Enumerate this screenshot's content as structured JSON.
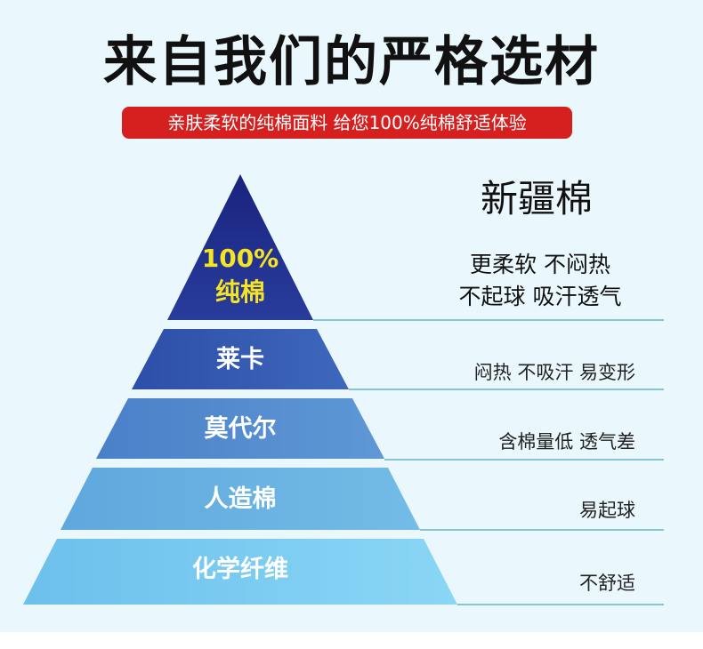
{
  "header": {
    "title": "来自我们的严格选材",
    "subtitle": "亲肤柔软的纯棉面料 给您100%纯棉舒适体验"
  },
  "pyramid": {
    "top": {
      "line1": "100%",
      "line2": "纯棉"
    },
    "levels": [
      "莱卡",
      "莫代尔",
      "人造棉",
      "化学纤维"
    ]
  },
  "right": {
    "title": "新疆棉",
    "top_line1": "更柔软 不闷热",
    "top_line2": "不起球 吸汗透气",
    "descriptions": [
      "闷热 不吸汗 易变形",
      "含棉量低 透气差",
      "易起球",
      "不舒适"
    ]
  },
  "colors": {
    "background": "#eaf7fd",
    "banner": "#d61f1f",
    "top_text": "#f6e324",
    "tier_dark": "#1f2a8a",
    "tier_light": "#86d4f5",
    "divider": "#4aa8b8"
  }
}
